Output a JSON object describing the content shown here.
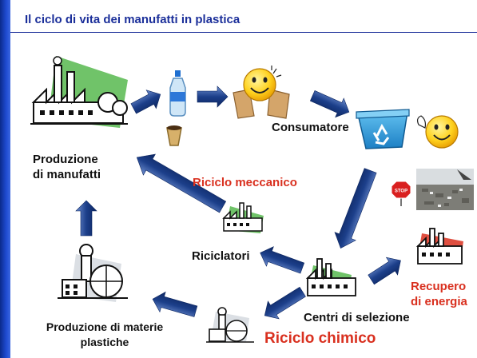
{
  "title": "Il ciclo di vita dei manufatti in plastica",
  "labels": {
    "produzione_line1": "Produzione",
    "produzione_line2": "di manufatti",
    "consumatore": "Consumatore",
    "riciclo_meccanico": "Riciclo meccanico",
    "riciclatori": "Riciclatori",
    "centri_selezione": "Centri di selezione",
    "recupero_line1": "Recupero",
    "recupero_line2": "di energia",
    "riciclo_chimico": "Riciclo chimico",
    "materie_line1": "Produzione di materie",
    "materie_line2": "plastiche",
    "stop_sign": "STOP"
  },
  "colors": {
    "sidebar": "#1f4bd1",
    "title": "#1b2f9a",
    "arrow": "#1c3f8a",
    "accent_red": "#d9301f",
    "green_leaf": "#4caf50",
    "bin_blue": "#1f8fd6"
  }
}
